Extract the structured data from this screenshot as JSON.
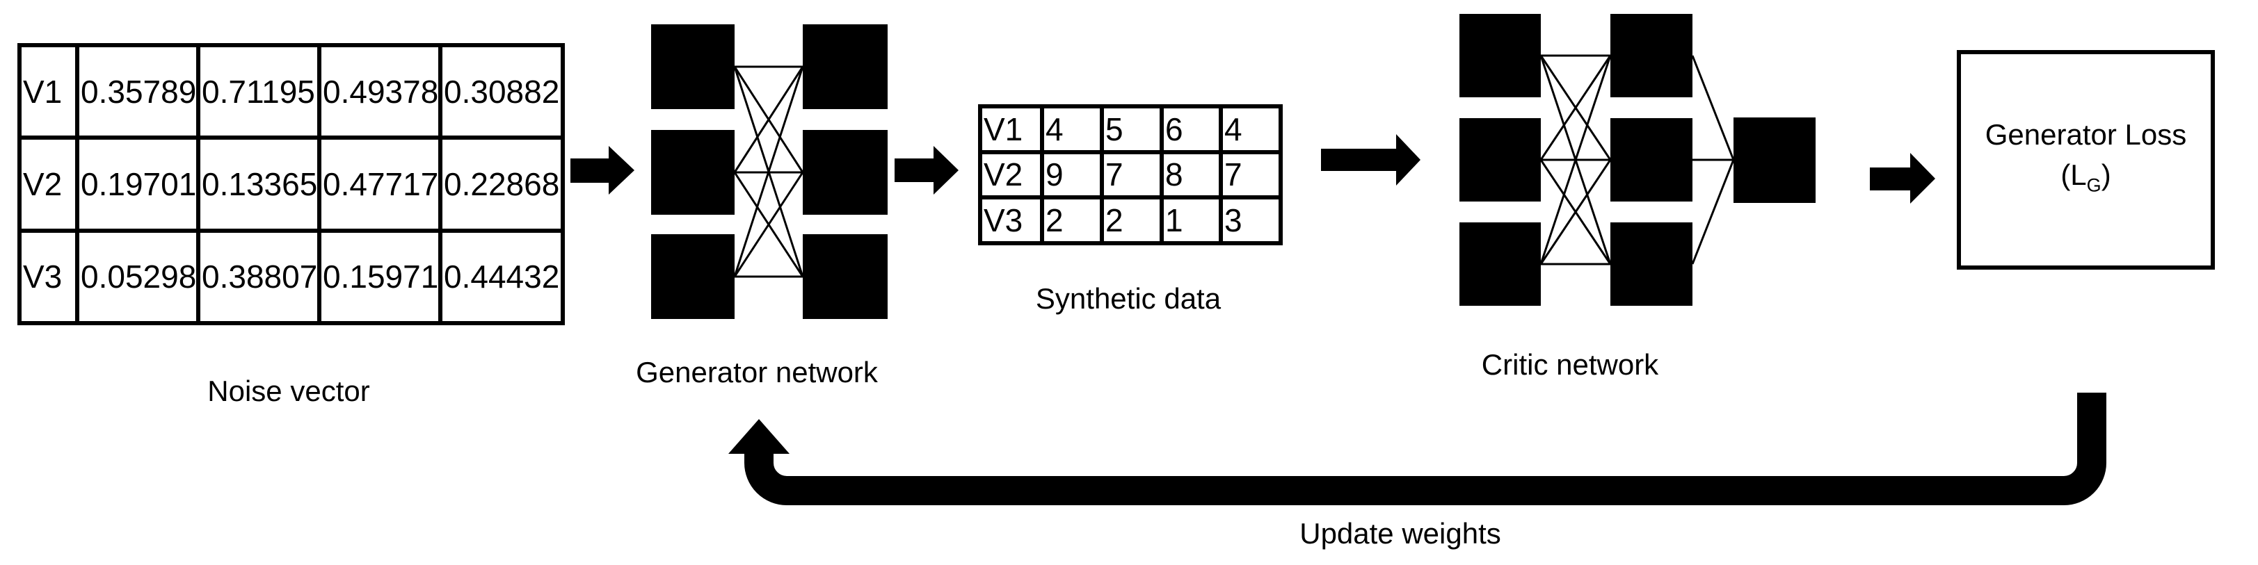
{
  "diagram": {
    "colors": {
      "ink": "#000000",
      "background": "#ffffff"
    },
    "noise_table": {
      "label": "Noise vector",
      "rows": [
        {
          "id": "V1",
          "values": [
            "0.35789",
            "0.71195",
            "0.49378",
            "0.30882"
          ]
        },
        {
          "id": "V2",
          "values": [
            "0.19701",
            "0.13365",
            "0.47717",
            "0.22868"
          ]
        },
        {
          "id": "V3",
          "values": [
            "0.05298",
            "0.38807",
            "0.15971",
            "0.44432"
          ]
        }
      ]
    },
    "generator": {
      "label": "Generator network"
    },
    "synthetic_table": {
      "label": "Synthetic data",
      "rows": [
        {
          "id": "V1",
          "values": [
            "4",
            "5",
            "6",
            "4"
          ]
        },
        {
          "id": "V2",
          "values": [
            "9",
            "7",
            "8",
            "7"
          ]
        },
        {
          "id": "V3",
          "values": [
            "2",
            "2",
            "1",
            "3"
          ]
        }
      ]
    },
    "critic": {
      "label": "Critic network"
    },
    "loss_box": {
      "title": "Generator Loss",
      "symbol_open": "(L",
      "symbol_sub": "G",
      "symbol_close": ")"
    },
    "feedback": {
      "label": "Update weights"
    }
  }
}
